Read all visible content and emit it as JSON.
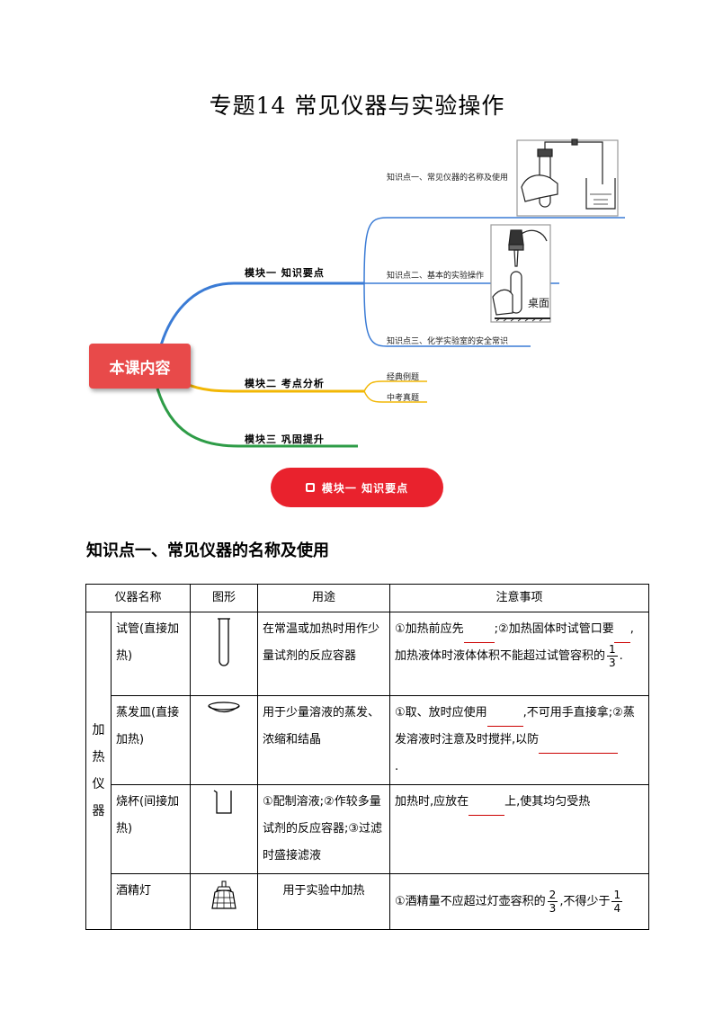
{
  "title": "专题14  常见仪器与实验操作",
  "mindmap": {
    "center": "本课内容",
    "branches": [
      {
        "label": "模块一  知识要点",
        "leaves": [
          "知识点一、常见仪器的名称及使用",
          "知识点二、基本的实验操作",
          "知识点三、化学实验室的安全常识"
        ]
      },
      {
        "label": "模块二  考点分析",
        "leaves": [
          "经典例题",
          "中考真题"
        ]
      },
      {
        "label": "模块三  巩固提升",
        "leaves": []
      }
    ],
    "image_label": "桌面"
  },
  "pill": "模块一  知识要点",
  "section_heading": "知识点一、常见仪器的名称及使用",
  "table": {
    "headers": [
      "仪器名称",
      "图形",
      "用途",
      "注意事项"
    ],
    "category": "加热仪器",
    "rows": [
      {
        "name": "试管(直接加热)",
        "use": "在常温或加热时用作少量试剂的反应容器",
        "note_parts": [
          "①加热前应先",
          ";②加热固体时试管口要",
          ",加热液体时液体体积不能超过试管容积的",
          "."
        ],
        "frac": [
          "1",
          "3"
        ]
      },
      {
        "name": "蒸发皿(直接加热)",
        "use": "用于少量溶液的蒸发、浓缩和结晶",
        "note_parts": [
          "①取、放时应使用",
          ",不可用手直接拿;②蒸发溶液时注意及时搅拌,以防",
          "."
        ]
      },
      {
        "name": "烧杯(间接加热)",
        "use": "①配制溶液;②作较多量试剂的反应容器;③过滤时盛接滤液",
        "note_parts": [
          "加热时,应放在",
          "上,使其均匀受热"
        ]
      },
      {
        "name": "酒精灯",
        "use": "用于实验中加热",
        "note_parts": [
          "①酒精量不应超过灯壶容积的",
          ",不得少于"
        ],
        "frac1": [
          "2",
          "3"
        ],
        "frac2": [
          "1",
          "4"
        ]
      }
    ]
  },
  "colors": {
    "blue_branch": "#3a7bd5",
    "yellow_branch": "#f2b705",
    "green_branch": "#2e9c47",
    "center_box": "#e84a4a",
    "pill": "#e9222d"
  }
}
